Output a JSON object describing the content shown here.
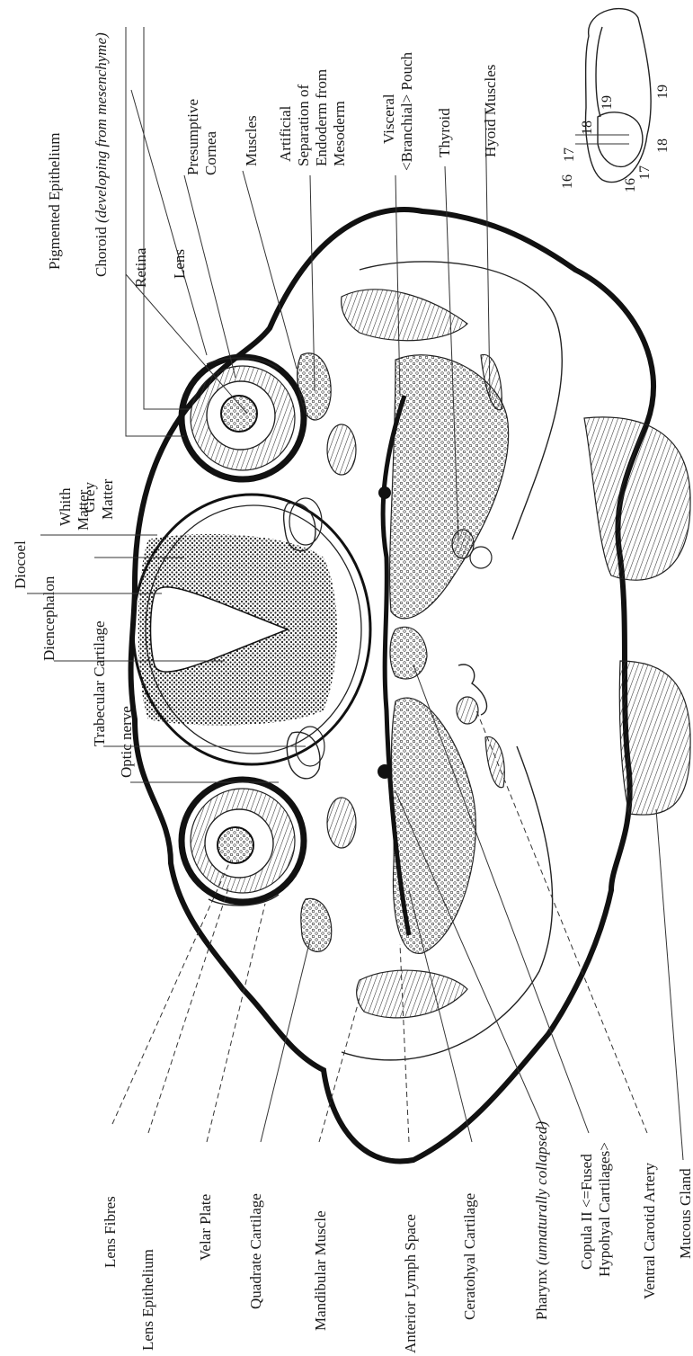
{
  "labels": {
    "top": [
      {
        "text": "Pigmented Epithelium"
      },
      {
        "text": "Choroid ",
        "italic": "(developing from mesenchyme)"
      },
      {
        "text": "Retina"
      },
      {
        "text": "Lens"
      },
      {
        "text": "Presumptive",
        "line2": "Cornea"
      },
      {
        "text": "Muscles"
      },
      {
        "text": "Artificial",
        "line2": "Separation of",
        "line3": "Endoderm from",
        "line4": "Mesoderm"
      },
      {
        "text": "Visceral",
        "line2": "<Branchial> Pouch"
      },
      {
        "text": "Thyroid"
      },
      {
        "text": "Hyoid Muscles"
      },
      {
        "text": "Whith",
        "line2": "Matter"
      },
      {
        "text": "Grey",
        "line2": "Matter"
      }
    ],
    "left_top": [
      {
        "text": "Diocoel"
      },
      {
        "text": "Diencephalon"
      },
      {
        "text": "Trabecular Cartilage"
      },
      {
        "text": "Optic nerve"
      }
    ],
    "bottom": [
      {
        "text": "Lens Fibres"
      },
      {
        "text": "Lens Epithelium"
      },
      {
        "text": "Velar Plate"
      },
      {
        "text": "Quadrate Cartilage"
      },
      {
        "text": "Mandibular Muscle"
      },
      {
        "text": "Anterior Lymph Space"
      },
      {
        "text": "Ceratohyal Cartilage"
      },
      {
        "text": "Pharynx ",
        "italic": "(unnaturally collapsed)"
      },
      {
        "text": "Copula II <=Fused",
        "line2": "Hypohyal Cartilages>"
      },
      {
        "text": "Ventral Carotid Artery"
      },
      {
        "text": "Mucous Gland"
      }
    ],
    "inset_numbers": [
      "17",
      "18",
      "19",
      "16",
      "19",
      "16",
      "17",
      "18"
    ]
  }
}
